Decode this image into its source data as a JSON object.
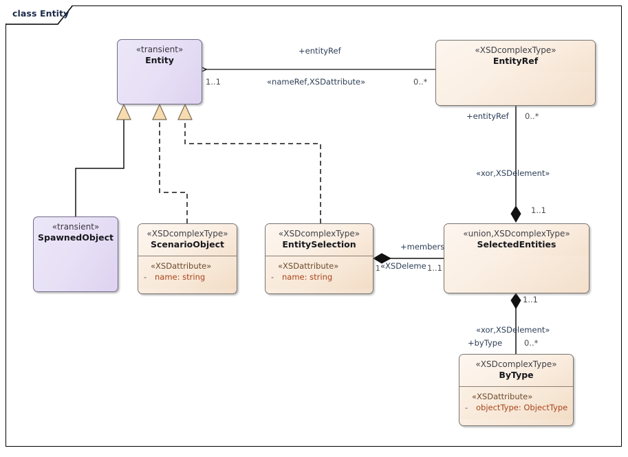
{
  "diagram": {
    "tab_label": "class Entity",
    "kind": "uml-class-diagram",
    "background": "#ffffff",
    "border_color": "#000000"
  },
  "palette": {
    "transient_fill": "#e8e1f6",
    "xsd_fill": "#fbf0e5",
    "attribute_text": "#a8431a",
    "stereotype_text": "#3f3f46",
    "label_text": "#2d3e55",
    "line": "#111111",
    "generalization_fill": "#f7dcb0"
  },
  "classes": [
    {
      "id": "entity",
      "stereotype": "«transient»",
      "name": "Entity",
      "skin": "transient",
      "attributes": []
    },
    {
      "id": "entity-ref",
      "stereotype": "«XSDcomplexType»",
      "name": "EntityRef",
      "skin": "xsd",
      "attributes": []
    },
    {
      "id": "spawned-object",
      "stereotype": "«transient»",
      "name": "SpawnedObject",
      "skin": "transient",
      "attributes": []
    },
    {
      "id": "scenario-object",
      "stereotype": "«XSDcomplexType»",
      "name": "ScenarioObject",
      "skin": "xsd",
      "attr_stereotype": "«XSDattribute»",
      "attributes": [
        {
          "visibility": "-",
          "text": "name: string"
        }
      ]
    },
    {
      "id": "entity-selection",
      "stereotype": "«XSDcomplexType»",
      "name": "EntitySelection",
      "skin": "xsd",
      "attr_stereotype": "«XSDattribute»",
      "attributes": [
        {
          "visibility": "-",
          "text": "name: string"
        }
      ]
    },
    {
      "id": "selected-entities",
      "stereotype": "«union,XSDcomplexType»",
      "name": "SelectedEntities",
      "skin": "xsd",
      "attributes": []
    },
    {
      "id": "by-type",
      "stereotype": "«XSDcomplexType»",
      "name": "ByType",
      "skin": "xsd",
      "attr_stereotype": "«XSDattribute»",
      "attributes": [
        {
          "visibility": "-",
          "text": "objectType: ObjectType"
        }
      ]
    }
  ],
  "connectors": {
    "entityref_to_entity": {
      "role_label": "+entityRef",
      "stereotype": "«nameRef,XSDattribute»",
      "source_mult": "0..*",
      "target_mult": "1..1",
      "type": "association-directed"
    },
    "entityref_to_selectedentities": {
      "role_label": "+entityRef",
      "source_mult": "0..*",
      "stereotype": "«xor,XSDelement»",
      "target_mult": "1..1",
      "type": "composition"
    },
    "entityselection_to_selectedentities": {
      "role_label": "+members",
      "stereotype": "«XSDeleme",
      "source_mult": "1",
      "target_mult": "1..1",
      "type": "composition"
    },
    "selectedentities_to_bytype": {
      "stereotype": "«xor,XSDelement»",
      "role_label": "+byType",
      "target_mult": "0..*",
      "source_mult": "1..1",
      "type": "composition"
    },
    "spawnedobject_generalization": {
      "type": "generalization"
    },
    "scenarioobject_realization": {
      "type": "realization"
    },
    "entityselection_realization": {
      "type": "realization"
    }
  }
}
